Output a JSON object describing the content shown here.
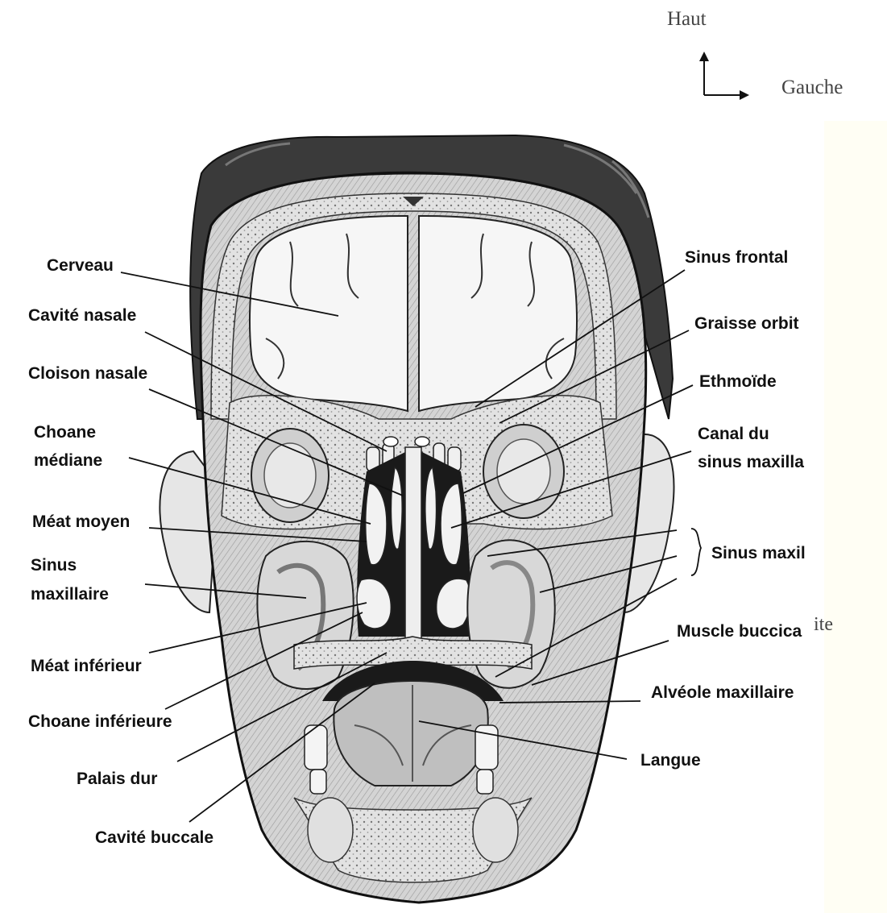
{
  "orientation": {
    "up": "Haut",
    "left": "Gauche"
  },
  "labels_left": [
    "Cerveau",
    "Cavité nasale",
    "Cloison nasale",
    "Choane",
    "médiane",
    "Méat moyen",
    "Sinus",
    "maxillaire",
    "Méat inférieur",
    "Choane inférieure",
    "Palais dur",
    "Cavité buccale"
  ],
  "labels_right": [
    "Sinus frontal",
    "Graisse orbit",
    "Ethmoïde",
    "Canal du",
    "sinus maxilla",
    "Sinus maxil",
    "Muscle buccica",
    "Alvéole maxillaire",
    "Langue"
  ],
  "stray_text": "ite",
  "colors": {
    "hair": "#3a3a3a",
    "skin_line": "#222222",
    "tissue": "#dedede",
    "brain": "#f6f6f6",
    "cavity": "#1a1a1a",
    "panel": "#fffef4"
  }
}
